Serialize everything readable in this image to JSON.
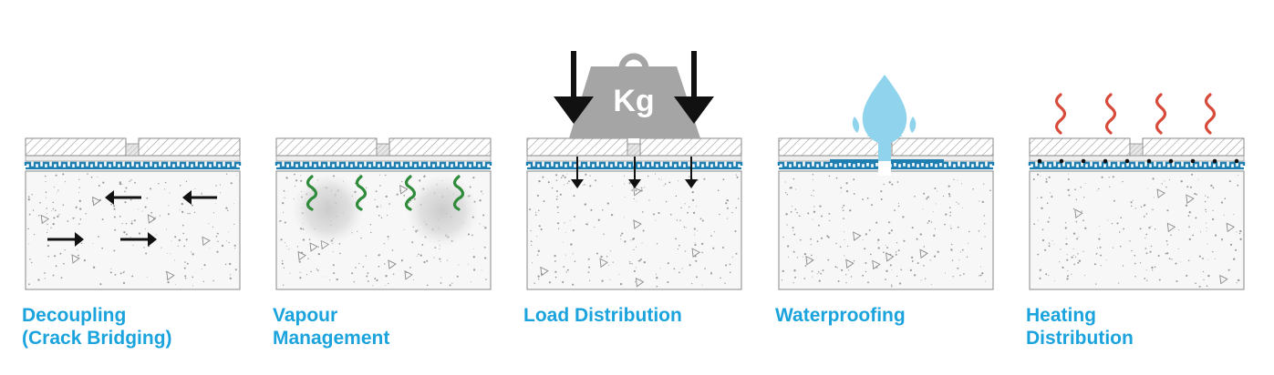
{
  "panels": [
    {
      "id": "decoupling",
      "label_lines": [
        "Decoupling",
        "(Crack Bridging)"
      ],
      "icon": "horizontal-arrows-icon"
    },
    {
      "id": "vapour",
      "label_lines": [
        "Vapour",
        "Management"
      ],
      "icon": "vapour-wave-icon"
    },
    {
      "id": "load",
      "label_lines": [
        "Load Distribution"
      ],
      "icon": "weight-icon",
      "weight_text": "Kg"
    },
    {
      "id": "waterproofing",
      "label_lines": [
        "Waterproofing"
      ],
      "icon": "water-drop-icon"
    },
    {
      "id": "heating",
      "label_lines": [
        "Heating",
        "Distribution"
      ],
      "icon": "heat-wave-icon"
    }
  ],
  "colors": {
    "label": "#1aa3dd",
    "membrane": "#1f7fb0",
    "vapour": "#2e8b3a",
    "water": "#8fd3ec",
    "heat": "#d84a3a",
    "weight": "#a5a5a5"
  }
}
